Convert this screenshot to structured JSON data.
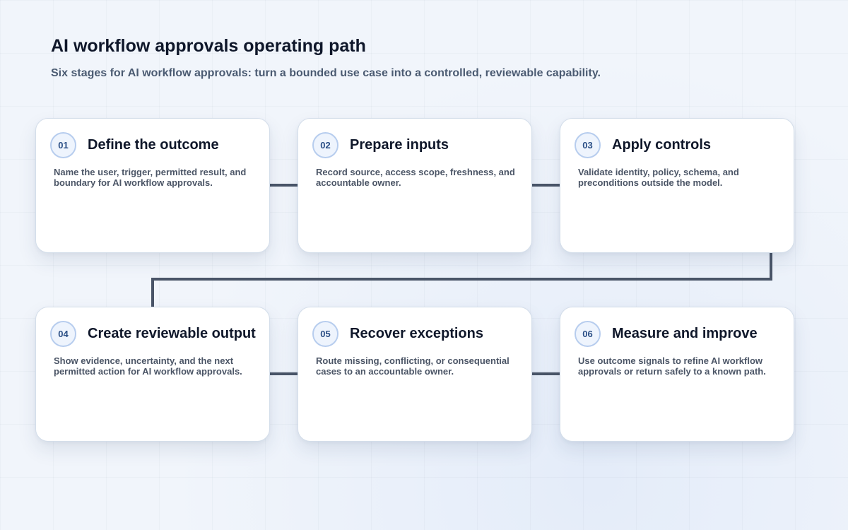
{
  "header": {
    "title": "AI workflow approvals operating path",
    "subtitle": "Six stages for AI workflow approvals: turn a bounded use case into a controlled, reviewable capability."
  },
  "stages": [
    {
      "number": "01",
      "title": "Define the outcome",
      "description": "Name the user, trigger, permitted result, and boundary for AI workflow approvals."
    },
    {
      "number": "02",
      "title": "Prepare inputs",
      "description": "Record source, access scope, freshness, and accountable owner."
    },
    {
      "number": "03",
      "title": "Apply controls",
      "description": "Validate identity, policy, schema, and preconditions outside the model."
    },
    {
      "number": "04",
      "title": "Create reviewable output",
      "description": "Show evidence, uncertainty, and the next permitted action for AI workflow approvals."
    },
    {
      "number": "05",
      "title": "Recover exceptions",
      "description": "Route missing, conflicting, or consequential cases to an accountable owner."
    },
    {
      "number": "06",
      "title": "Measure and improve",
      "description": "Use outcome signals to refine AI workflow approvals or return safely to a known path."
    }
  ],
  "colors": {
    "connector": "#4a5568",
    "badge_text": "#2b4f86",
    "badge_border": "#b7cdee"
  }
}
